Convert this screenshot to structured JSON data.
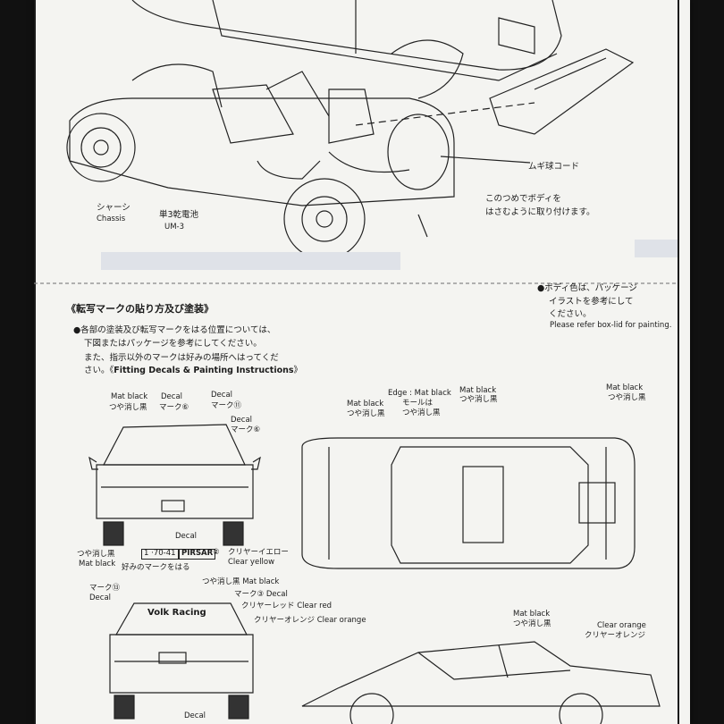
{
  "top": {
    "label_ja": "ムギ球コード",
    "chassis_ja": "シャーシ",
    "chassis_en": "Chassis",
    "battery_ja": "単3乾電池",
    "battery_en": "UM-3",
    "attach_note": [
      "このつめでボディを",
      "はさむように取り付けます。"
    ]
  },
  "section": {
    "heading": "《転写マークの貼り方及び塗装》",
    "notes": [
      "●各部の塗装及び転写マークをはる位置については、",
      "下図またはパッケージを参考にしてください。",
      "また、指示以外のマークは好みの場所へはってくだ"
    ],
    "heading_en_prefix": "さい。《",
    "heading_en": "Fitting Decals & Painting Instructions",
    "heading_en_suffix": "》",
    "body_color": [
      "●ボディ色は、パッケージ",
      "イラストを参考にして",
      "ください。"
    ],
    "body_color_en": "Please refer box-lid for painting."
  },
  "front": {
    "mat_black": "Mat black",
    "mat_black_ja": "つや消し黒",
    "decal": "Decal",
    "decal_mark6": "マーク⑥",
    "decal_label": "Decal",
    "decal_mark11": "マーク⑪",
    "decal_right": "Decal",
    "decal_right_mark": "マーク⑥",
    "bottom_decal": "Decal",
    "plate1": "1 ·70-41",
    "plate2": "PIRSAR",
    "num2": "②",
    "mat_black_bottom_ja": "つや消し黒",
    "mat_black_bottom": "Mat black",
    "clear_yellow_ja": "クリヤーイエロー",
    "clear_yellow": "Clear yellow",
    "pref_note": "好みのマークをはる"
  },
  "top_view": {
    "edge": "Edge : Mat black",
    "edge_ja": "モールは",
    "edge_ja2": "つや消し黒",
    "mat_black": "Mat black",
    "mat_black_ja": "つや消し黒",
    "mat_black_left": "Mat black",
    "mat_black_left_ja": "つや消し黒",
    "mat_black_right": "Mat black",
    "mat_black_right_ja": "つや消し黒"
  },
  "rear": {
    "mark": "マーク⑬",
    "decal": "Decal",
    "mat_black": "つや消し黒 Mat black",
    "mark3": "マーク③ Decal",
    "clear_red": "クリヤーレッド Clear red",
    "clear_orange": "クリヤーオレンジ Clear orange",
    "banner": "Volk Racing",
    "bottom_decal": "Decal"
  },
  "side": {
    "mat_black": "Mat black",
    "mat_black_ja": "つや消し黒",
    "clear_orange": "Clear orange",
    "clear_orange_ja": "クリヤーオレンジ"
  }
}
